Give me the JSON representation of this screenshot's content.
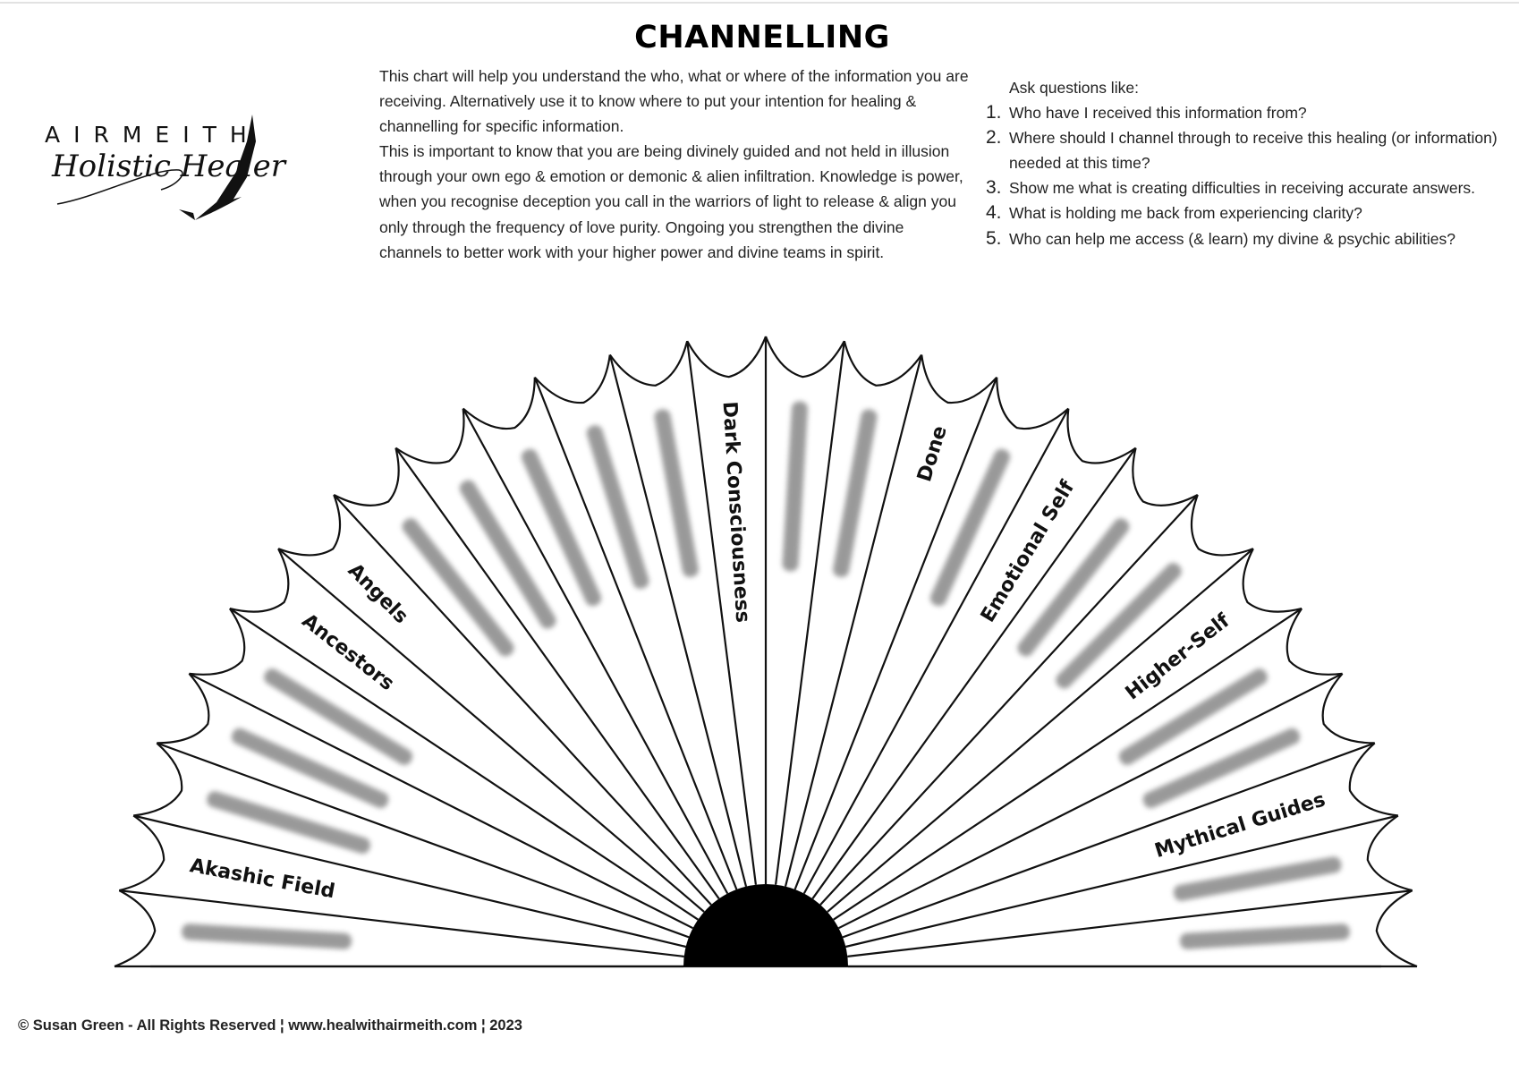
{
  "page": {
    "title": "CHANNELLING",
    "footer": "© Susan Green - All Rights Reserved ¦ www.healwithairmeith.com ¦ 2023"
  },
  "logo": {
    "wordmark": "AIRMEITH",
    "tagline": "Holistic Healer"
  },
  "intro": {
    "paragraph_1": "This chart will help you understand the who, what or where of the information you are receiving. Alternatively use it to know where to put your intention for healing & channelling for specific information.",
    "paragraph_2": "This is important to know that you are being divinely guided and not held in illusion through your own ego & emotion or demonic & alien infiltration. Knowledge is power, when you recognise deception you call in the warriors of light to release & align you only through the frequency of love purity. Ongoing you strengthen the divine channels to better work with your higher power and divine teams in spirit."
  },
  "questions": {
    "lead": "Ask questions like:",
    "items": [
      {
        "number": "1.",
        "text": "Who have I received this information from?"
      },
      {
        "number": "2.",
        "text": "Where should I channel through to receive this healing (or information) needed at this time?"
      },
      {
        "number": "3.",
        "text": "Show me what is creating difficulties in receiving accurate answers."
      },
      {
        "number": "4.",
        "text": "What is holding me back from experiencing clarity?"
      },
      {
        "number": "5.",
        "text": "Who can help me access (& learn) my divine & psychic abilities?"
      }
    ]
  },
  "fan_chart": {
    "segment_count": 26,
    "segments": [
      {
        "label": "",
        "blurred": true
      },
      {
        "label": "Akashic Field",
        "blurred": false
      },
      {
        "label": "",
        "blurred": true
      },
      {
        "label": "",
        "blurred": true
      },
      {
        "label": "",
        "blurred": true
      },
      {
        "label": "Ancestors",
        "blurred": false
      },
      {
        "label": "Angels",
        "blurred": false
      },
      {
        "label": "",
        "blurred": true
      },
      {
        "label": "",
        "blurred": true
      },
      {
        "label": "",
        "blurred": true
      },
      {
        "label": "",
        "blurred": true
      },
      {
        "label": "",
        "blurred": true
      },
      {
        "label": "Dark Consciousness",
        "blurred": false
      },
      {
        "label": "",
        "blurred": true
      },
      {
        "label": "",
        "blurred": true
      },
      {
        "label": "Done",
        "blurred": false
      },
      {
        "label": "",
        "blurred": true
      },
      {
        "label": "Emotional Self",
        "blurred": false
      },
      {
        "label": "",
        "blurred": true
      },
      {
        "label": "",
        "blurred": true
      },
      {
        "label": "Higher-Self",
        "blurred": false
      },
      {
        "label": "",
        "blurred": true
      },
      {
        "label": "",
        "blurred": true
      },
      {
        "label": "Mythical Guides",
        "blurred": false
      },
      {
        "label": "",
        "blurred": true
      },
      {
        "label": "",
        "blurred": true
      }
    ]
  }
}
